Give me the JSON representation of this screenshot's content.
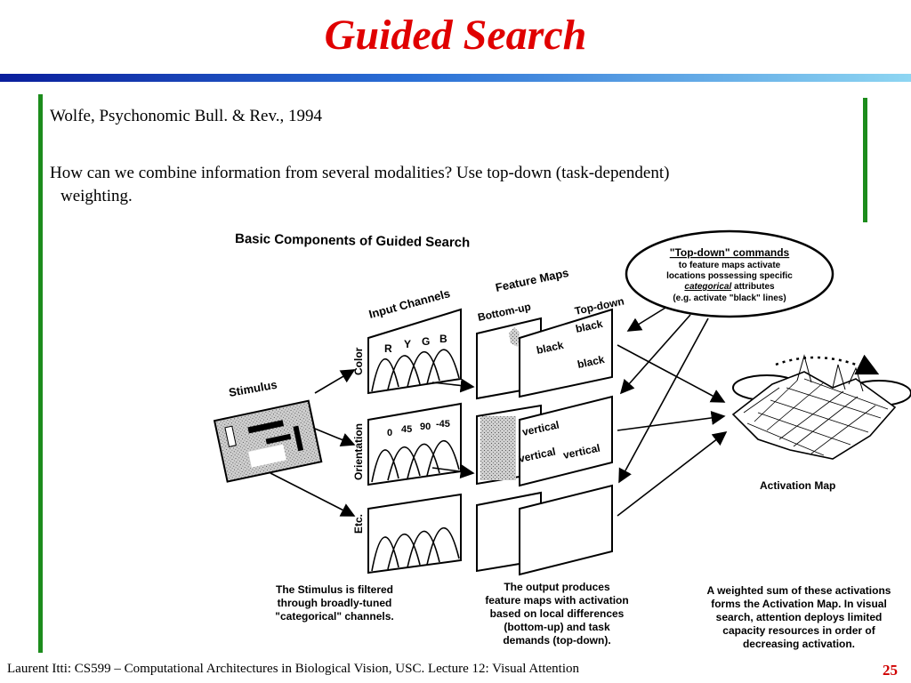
{
  "slide": {
    "title": "Guided Search",
    "citation": "Wolfe, Psychonomic Bull. & Rev., 1994",
    "question_line1": "How can we combine information from several modalities? Use top-down (task-dependent)",
    "question_line2": "weighting.",
    "footer": "Laurent Itti: CS599 – Computational Architectures in Biological Vision, USC. Lecture 12: Visual Attention",
    "page_number": "25"
  },
  "diagram": {
    "heading": "Basic Components of Guided Search",
    "stimulus_label": "Stimulus",
    "input_channels_label": "Input Channels",
    "feature_maps_label": "Feature Maps",
    "bottom_up_label": "Bottom-up",
    "top_down_label": "Top-down",
    "channel_color": "Color",
    "channel_orientation": "Orientation",
    "channel_etc": "Etc.",
    "color_letters": [
      "R",
      "Y",
      "G",
      "B"
    ],
    "orientation_values": [
      "0",
      "45",
      "90",
      "-45"
    ],
    "color_map_words": [
      "black",
      "black",
      "black"
    ],
    "orientation_map_words": [
      "vertical",
      "vertical",
      "vertical"
    ],
    "topdown_bubble": {
      "line1": "\"Top-down\" commands",
      "line2": "to feature maps activate",
      "line3": "locations possessing specific",
      "line4_em": "categorical",
      "line4_rest": " attributes",
      "line5": "(e.g. activate \"black\" lines)"
    },
    "activation_map_label": "Activation Map",
    "caption_stimulus": [
      "The Stimulus is filtered",
      "through broadly-tuned",
      "\"categorical\" channels."
    ],
    "caption_output": [
      "The output produces",
      "feature maps with activation",
      "based on local differences",
      "(bottom-up) and task",
      "demands (top-down)."
    ],
    "caption_weighted": [
      "A weighted sum of these activations",
      "forms the Activation Map. In visual",
      "search, attention deploys limited",
      "capacity resources in order of",
      "decreasing activation."
    ]
  },
  "colors": {
    "title_red": "#e00000",
    "rule_dark_blue": "#0a1e9c",
    "rule_light_blue": "#8ed6f2",
    "bar_green": "#1c8c1c"
  }
}
